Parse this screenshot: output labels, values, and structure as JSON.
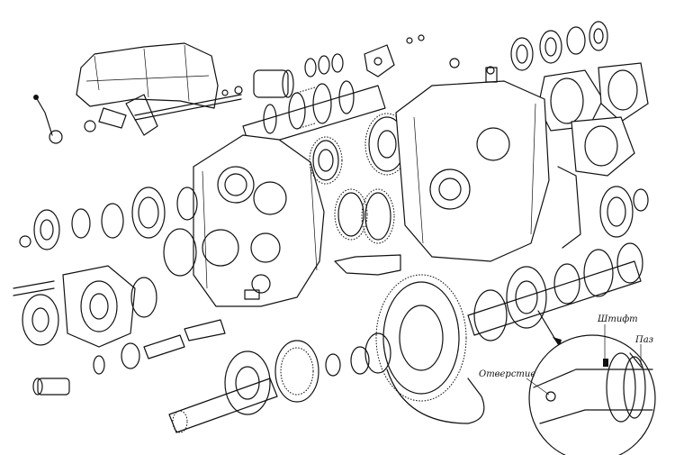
{
  "callouts": {
    "pin": "Штифт",
    "groove": "Паз",
    "hole": "Отверстие"
  },
  "colors": {
    "line": "#111111",
    "background": "#ffffff"
  }
}
